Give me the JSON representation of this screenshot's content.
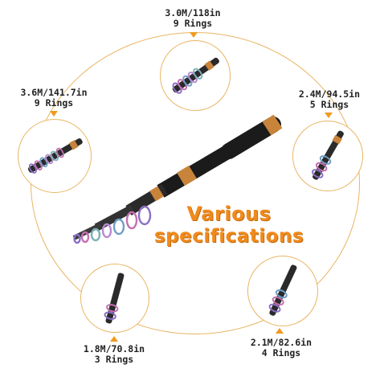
{
  "specs": [
    {
      "id": "top",
      "length": "3.0M/118in",
      "rings": "9 Rings"
    },
    {
      "id": "left",
      "length": "3.6M/141.7in",
      "rings": "9 Rings"
    },
    {
      "id": "right",
      "length": "2.4M/94.5in",
      "rings": "5 Rings"
    },
    {
      "id": "bottom-left",
      "length": "1.8M/70.8in",
      "rings": "3 Rings"
    },
    {
      "id": "bottom-right",
      "length": "2.1M/82.6in",
      "rings": "4 Rings"
    }
  ],
  "headline": {
    "line1": "Various",
    "line2": "specifications"
  },
  "colors": {
    "accent": "#f08a1c",
    "ring": "#e9b563",
    "rod": "#1b1b1b",
    "copper": "#c8843a"
  }
}
